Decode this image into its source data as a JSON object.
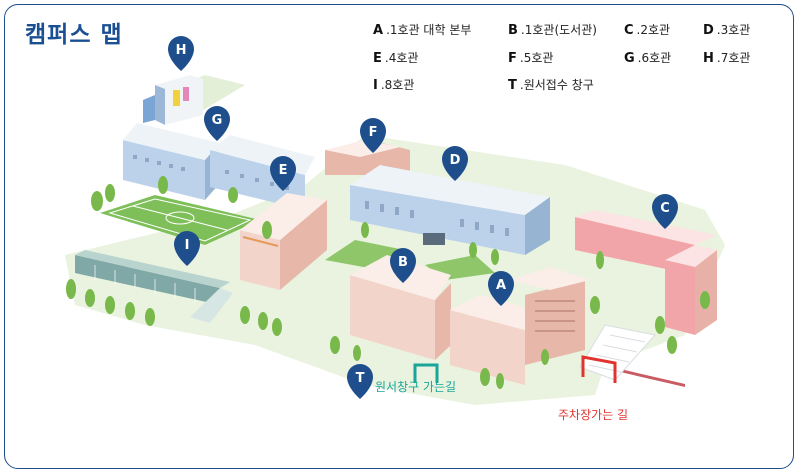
{
  "title": "캠퍼스 맵",
  "legend": [
    {
      "key": "A",
      "label": "1호관 대학 본부"
    },
    {
      "key": "B",
      "label": "1호관(도서관)"
    },
    {
      "key": "C",
      "label": "2호관"
    },
    {
      "key": "D",
      "label": "3호관"
    },
    {
      "key": "E",
      "label": "4호관"
    },
    {
      "key": "F",
      "label": "5호관"
    },
    {
      "key": "G",
      "label": "6호관"
    },
    {
      "key": "H",
      "label": "7호관"
    },
    {
      "key": "I",
      "label": "8호관"
    },
    {
      "key": "T",
      "label": "원서접수 창구"
    }
  ],
  "markers": [
    "A",
    "B",
    "C",
    "D",
    "E",
    "F",
    "G",
    "H",
    "I",
    "T"
  ],
  "paths": {
    "application_route": "원서창구 가는길",
    "parking_route": "주차장가는 길"
  },
  "colors": {
    "marker": "#1f4e8c",
    "title": "#1b4f93",
    "application_route": "#1aa59a",
    "parking_route": "#e0342f"
  }
}
